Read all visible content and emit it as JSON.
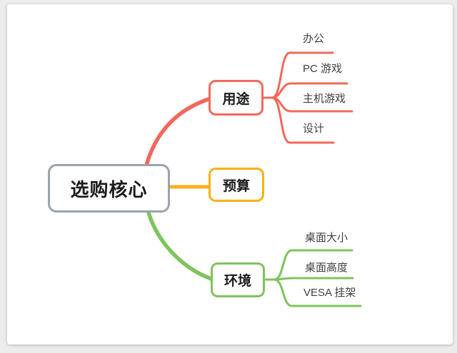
{
  "app": {
    "view": "mindmap-canvas"
  },
  "colors": {
    "canvas_bg": "#ffffff",
    "page_bg": "#ececec",
    "root_border": "#9aa3ae",
    "usage_accent": "#f2685a",
    "budget_accent": "#f9b017",
    "environment_accent": "#7ec45c",
    "leaf_text": "#404040",
    "node_text": "#1c1c1c"
  },
  "mindmap": {
    "root": {
      "label": "选购核心"
    },
    "branches": [
      {
        "label": "用途",
        "color": "#f2685a",
        "children": [
          "办公",
          "PC 游戏",
          "主机游戏",
          "设计"
        ]
      },
      {
        "label": "预算",
        "color": "#f9b017",
        "children": []
      },
      {
        "label": "环境",
        "color": "#7ec45c",
        "children": [
          "桌面大小",
          "桌面高度",
          "VESA 挂架"
        ]
      }
    ]
  }
}
